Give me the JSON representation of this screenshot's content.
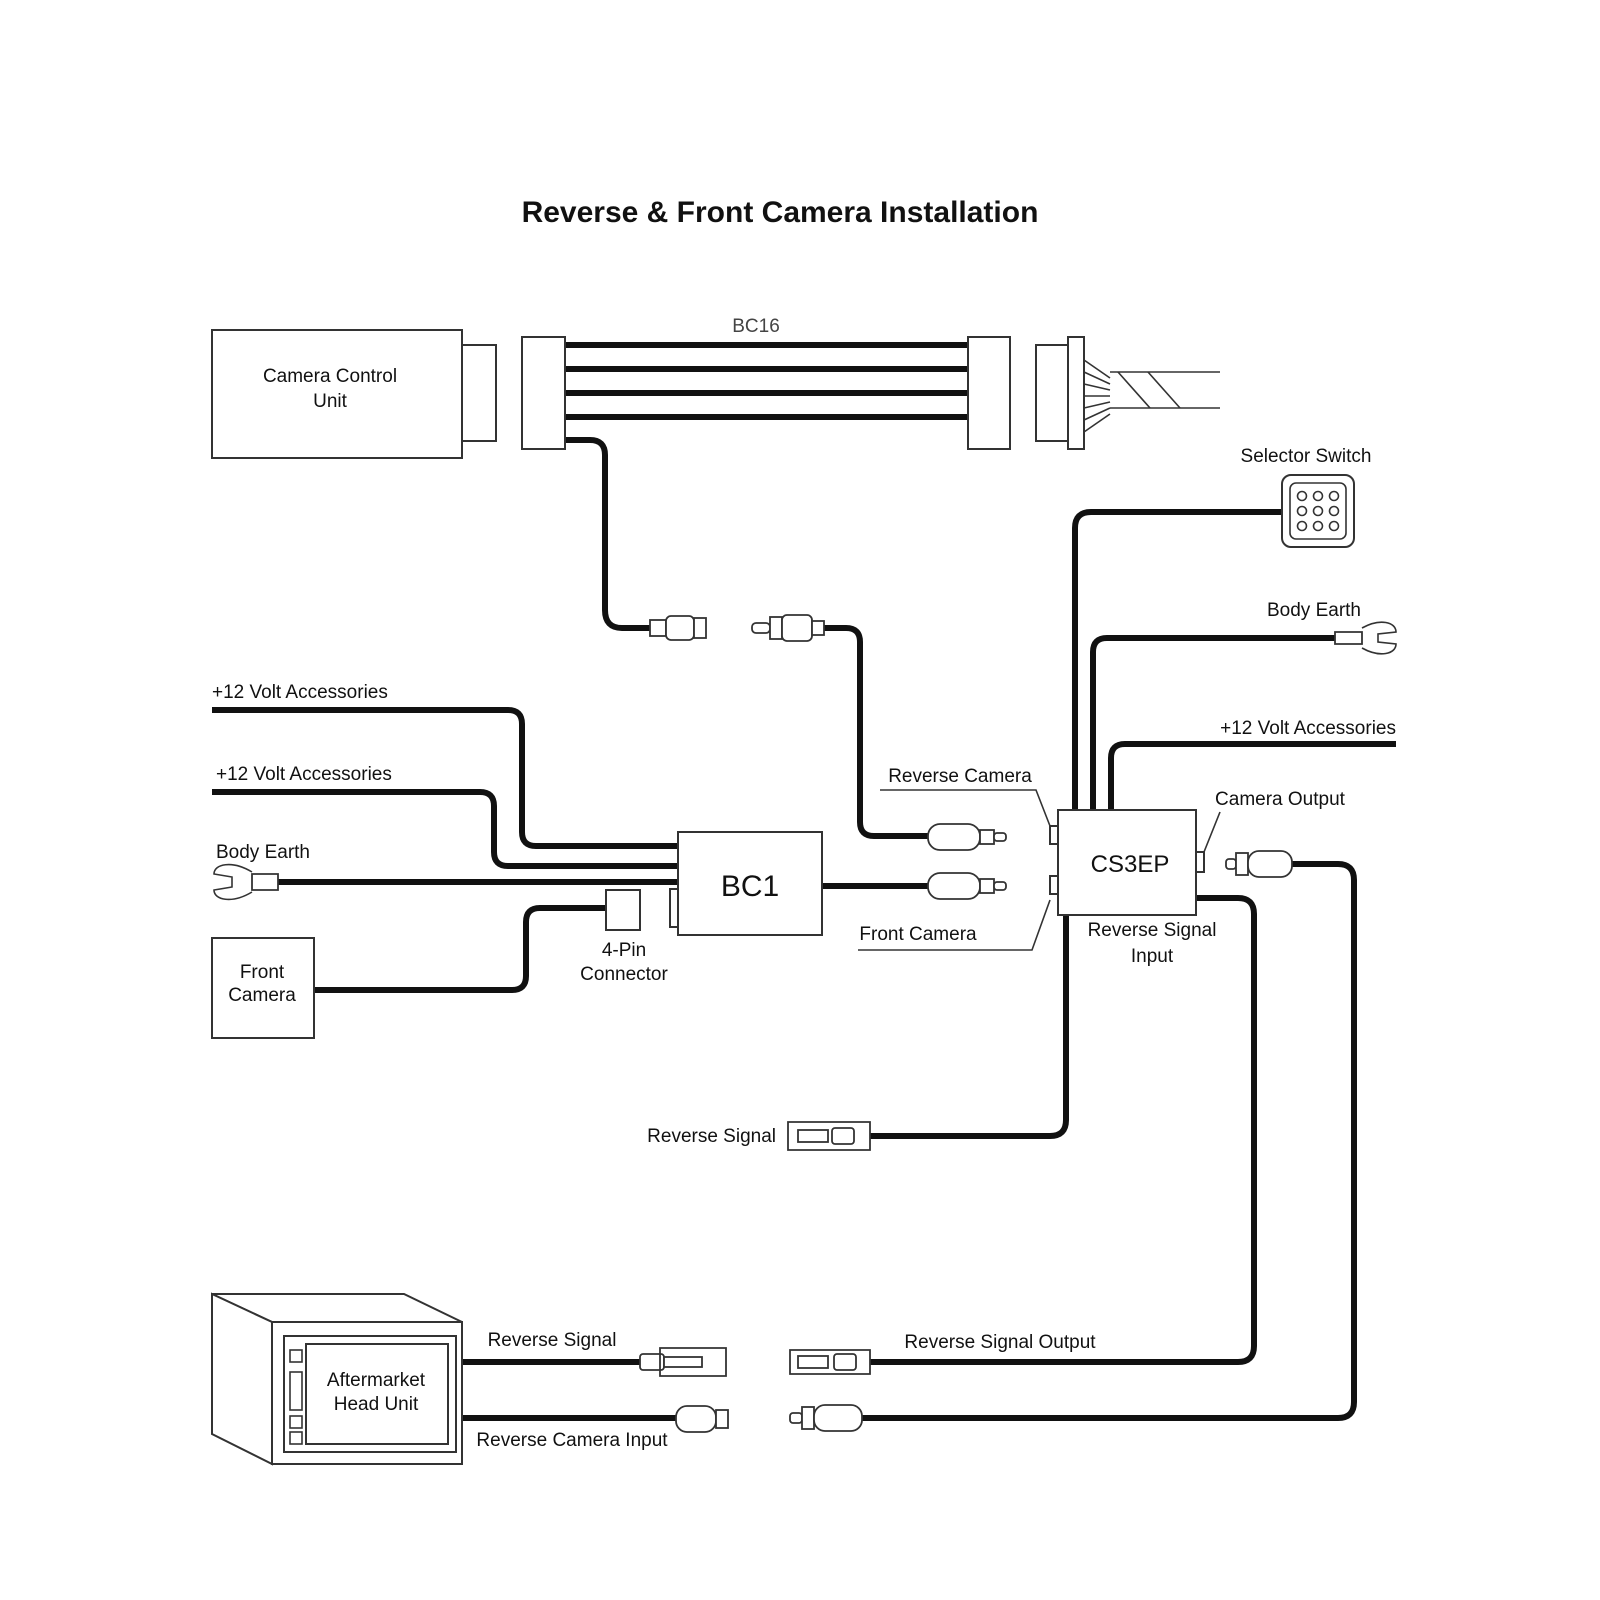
{
  "title": "Reverse & Front Camera Installation",
  "components": {
    "camera_control_unit": [
      "Camera Control",
      "Unit"
    ],
    "bc16": "BC16",
    "selector_switch": "Selector Switch",
    "bc1": "BC1",
    "cs3ep": "CS3EP",
    "front_camera": [
      "Front",
      "Camera"
    ],
    "four_pin_connector": [
      "4-Pin",
      "Connector"
    ],
    "head_unit": [
      "Aftermarket",
      "Head Unit"
    ]
  },
  "labels": {
    "body_earth_right": "Body Earth",
    "accessories_right": "+12 Volt Accessories",
    "accessories_left_1": "+12 Volt Accessories",
    "accessories_left_2": "+12 Volt Accessories",
    "body_earth_left": "Body Earth",
    "reverse_camera": "Reverse Camera",
    "front_camera_port": "Front Camera",
    "camera_output": "Camera Output",
    "reverse_signal_input": [
      "Reverse Signal",
      "Input"
    ],
    "reverse_signal": "Reverse Signal",
    "head_unit_reverse_signal": "Reverse Signal",
    "reverse_camera_input": "Reverse Camera Input",
    "reverse_signal_output": "Reverse Signal Output"
  }
}
